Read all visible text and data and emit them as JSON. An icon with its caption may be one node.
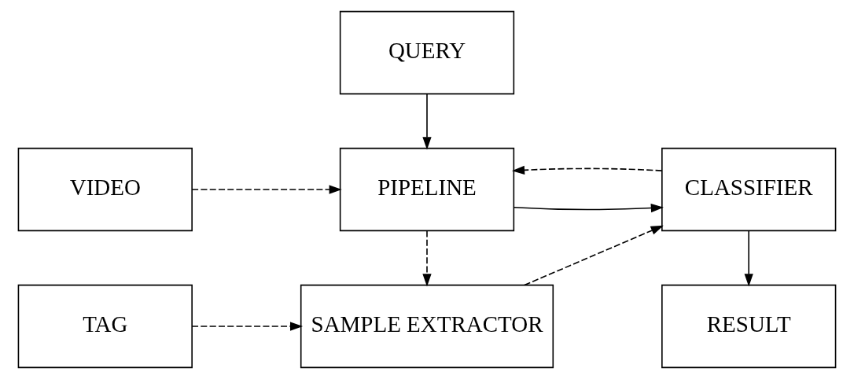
{
  "diagram": {
    "nodes": [
      {
        "text": [
          "QUERY"
        ]
      },
      {
        "text": [
          "RESULT"
        ]
      },
      {
        "text": [
          "VIDEO"
        ]
      },
      {
        "text": [
          "PIPELINE"
        ]
      },
      {
        "text": [
          "CLASSIFIER"
        ]
      },
      {
        "text": [
          "TAG"
        ]
      },
      {
        "text": [
          "SAMPLE EXTRACTOR"
        ]
      }
    ],
    "edges": [
      {
        "from": 0,
        "to": 3,
        "arrow": "to"
      },
      {
        "from": 4,
        "to": 1,
        "arrow": "to"
      },
      {
        "from": 4,
        "to": 3,
        "arrow": "to",
        "style": "dashed"
      },
      {
        "from": 2,
        "to": 3,
        "arrow": "to",
        "style": "dashed"
      },
      {
        "from": 3,
        "to": 4,
        "arrow": "to"
      },
      {
        "from": 3,
        "to": 6,
        "arrow": "to",
        "style": "dashed"
      },
      {
        "from": 5,
        "to": 6,
        "arrow": "to",
        "style": "dashed"
      },
      {
        "from": 6,
        "to": 4,
        "arrow": "to",
        "style": "dashed"
      }
    ]
  }
}
